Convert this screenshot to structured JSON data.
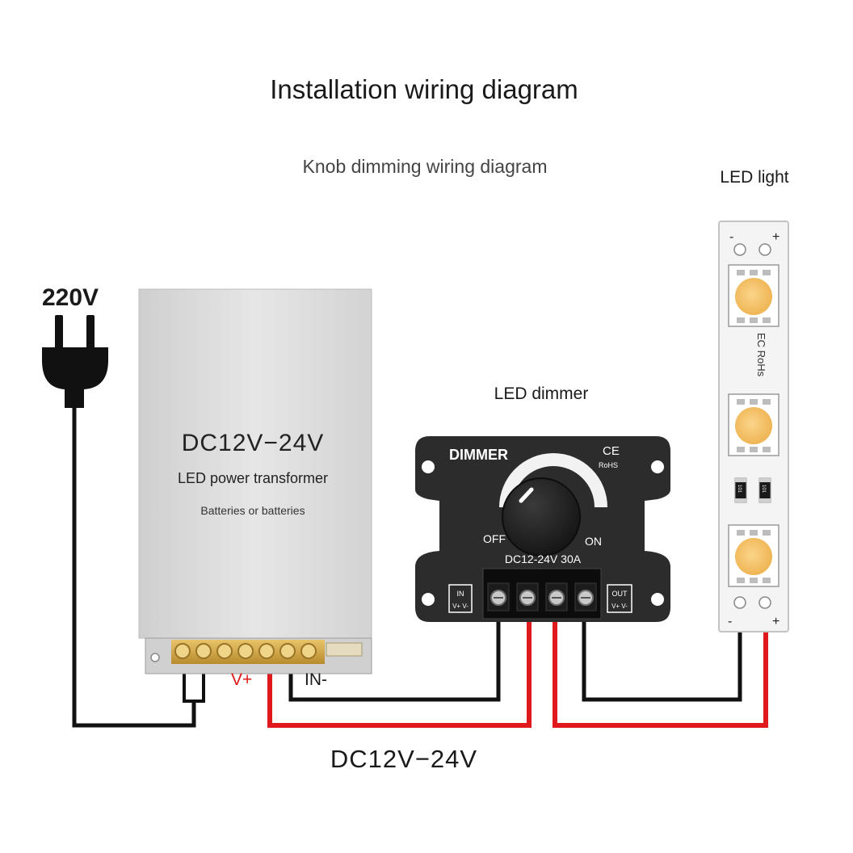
{
  "title": "Installation wiring diagram",
  "subtitle": "Knob dimming wiring diagram",
  "mains": {
    "voltage_label": "220V"
  },
  "power_supply": {
    "voltage_label": "DC12V−24V",
    "name": "LED power transformer",
    "note": "Batteries or batteries",
    "terminal_vplus": "V+",
    "terminal_inminus": "IN-"
  },
  "dimmer": {
    "caption": "LED dimmer",
    "brand_label": "DIMMER",
    "ce_mark": "CE",
    "rohs_mark": "RoHS",
    "off_label": "OFF",
    "on_label": "ON",
    "rating_label": "DC12-24V  30A",
    "in_label": "IN",
    "in_terminals": "V+ V-",
    "out_label": "OUT",
    "out_terminals": "V+ V-"
  },
  "led_strip": {
    "caption": "LED light",
    "minus_mark": "-",
    "plus_mark": "+",
    "certification": "EC RoHs",
    "resistor_code": "101"
  },
  "bottom_voltage_label": "DC12V−24V",
  "colors": {
    "positive_wire": "#e0191c",
    "negative_wire": "#111111",
    "led_chip": "#f6c46b",
    "dimmer_body": "#2c2c2c",
    "psu_body": "#d9d9d9"
  }
}
